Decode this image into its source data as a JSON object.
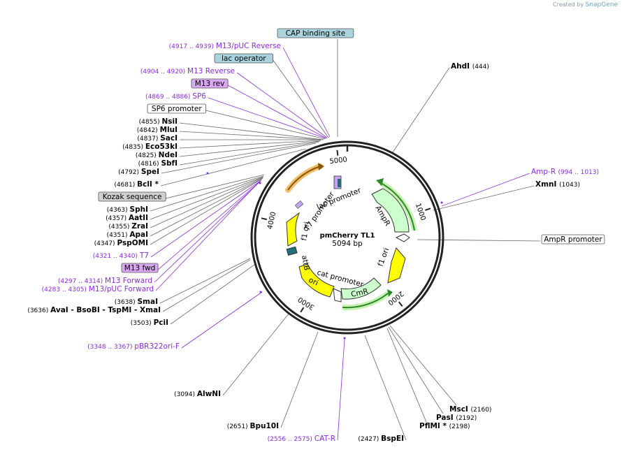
{
  "branding": {
    "prefix": "Created by",
    "name": "SnapGene"
  },
  "plasmid": {
    "name": "pmCherry TL1",
    "length": "5094 bp"
  },
  "ticks": [
    {
      "bp": 0,
      "label": "5000",
      "bplabel": 5000
    },
    {
      "bp": 1000,
      "label": "1000"
    },
    {
      "bp": 2000,
      "label": "2000"
    },
    {
      "bp": 3000,
      "label": "3000"
    },
    {
      "bp": 4000,
      "label": "4000"
    }
  ],
  "features": [
    {
      "name": "lac promoter",
      "kind": "promoter"
    },
    {
      "name": "T7 promoter",
      "kind": "promoter"
    },
    {
      "name": "f1 ori",
      "kind": "origin"
    },
    {
      "name": "attB",
      "kind": "misc"
    },
    {
      "name": "ori",
      "kind": "origin"
    },
    {
      "name": "cat promoter",
      "kind": "promoter"
    },
    {
      "name": "CmR",
      "kind": "gene"
    },
    {
      "name": "f1 ori",
      "kind": "origin"
    },
    {
      "name": "AmpR",
      "kind": "gene"
    }
  ],
  "left_labels": [
    {
      "pos": "",
      "name": "CAP binding site",
      "type": "boxed-blue"
    },
    {
      "pos": "(4917 .. 4939)",
      "name": "M13/pUC Reverse",
      "type": "primer"
    },
    {
      "pos": "",
      "name": "lac operator",
      "type": "boxed-blue"
    },
    {
      "pos": "(4904 .. 4920)",
      "name": "M13 Reverse",
      "type": "primer"
    },
    {
      "pos": "",
      "name": "M13 rev",
      "type": "boxed-purple"
    },
    {
      "pos": "(4869 .. 4886)",
      "name": "SP6",
      "type": "primer"
    },
    {
      "pos": "",
      "name": "SP6 promoter",
      "type": "boxed-white"
    },
    {
      "pos": "(4855)",
      "name": "NsiI",
      "type": "enzyme"
    },
    {
      "pos": "(4842)",
      "name": "MluI",
      "type": "enzyme"
    },
    {
      "pos": "(4837)",
      "name": "SacI",
      "type": "enzyme"
    },
    {
      "pos": "(4835)",
      "name": "Eco53kI",
      "type": "enzyme"
    },
    {
      "pos": "(4825)",
      "name": "NdeI",
      "type": "enzyme"
    },
    {
      "pos": "(4816)",
      "name": "SbfI",
      "type": "enzyme"
    },
    {
      "pos": "(4792)",
      "name": "SpeI",
      "type": "enzyme"
    },
    {
      "pos": "(4681)",
      "name": "BclI *",
      "type": "enzyme"
    },
    {
      "pos": "",
      "name": "Kozak sequence",
      "type": "boxed-grey"
    },
    {
      "pos": "(4363)",
      "name": "SphI",
      "type": "enzyme"
    },
    {
      "pos": "(4357)",
      "name": "AatII",
      "type": "enzyme"
    },
    {
      "pos": "(4355)",
      "name": "ZraI",
      "type": "enzyme"
    },
    {
      "pos": "(4351)",
      "name": "ApaI",
      "type": "enzyme"
    },
    {
      "pos": "(4347)",
      "name": "PspOMI",
      "type": "enzyme"
    },
    {
      "pos": "(4321 .. 4340)",
      "name": "T7",
      "type": "primer"
    },
    {
      "pos": "",
      "name": "M13 fwd",
      "type": "boxed-purple"
    },
    {
      "pos": "(4297 .. 4314)",
      "name": "M13 Forward",
      "type": "primer"
    },
    {
      "pos": "(4283 .. 4305)",
      "name": "M13/pUC Forward",
      "type": "primer"
    },
    {
      "pos": "(3638)",
      "name": "SmaI",
      "type": "enzyme"
    },
    {
      "pos": "(3636)",
      "name": "AvaI  - BsoBI  - TspMI  - XmaI",
      "type": "enzyme"
    },
    {
      "pos": "(3503)",
      "name": "PciI",
      "type": "enzyme"
    },
    {
      "pos": "(3348 .. 3367)",
      "name": "pBR322ori-F",
      "type": "primer"
    },
    {
      "pos": "(3094)",
      "name": "AlwNI",
      "type": "enzyme"
    },
    {
      "pos": "(2651)",
      "name": "Bpu10I",
      "type": "enzyme"
    },
    {
      "pos": "(2556 .. 2575)",
      "name": "CAT-R",
      "type": "primer"
    },
    {
      "pos": "(2427)",
      "name": "BspEI",
      "type": "enzyme"
    }
  ],
  "right_labels": [
    {
      "pos": "(444)",
      "name": "AhdI",
      "type": "enzyme"
    },
    {
      "pos": "(994 .. 1013)",
      "name": "Amp-R",
      "type": "primer"
    },
    {
      "pos": "(1043)",
      "name": "XmnI",
      "type": "enzyme"
    },
    {
      "pos": "",
      "name": "AmpR promoter",
      "type": "boxed-white"
    },
    {
      "pos": "(2160)",
      "name": "MscI",
      "type": "enzyme"
    },
    {
      "pos": "(2192)",
      "name": "PasI",
      "type": "enzyme"
    },
    {
      "pos": "(2198)",
      "name": "PflMI *",
      "type": "enzyme"
    }
  ],
  "colors": {
    "primer": "#8B2BE0",
    "enzyme": "#000000",
    "ori": "#FFFF00",
    "gene": "#CCFFCC",
    "promoter": "#FFFFFF",
    "boxed_blue": "#A9D4DE",
    "boxed_purple": "#D9A6F2"
  }
}
